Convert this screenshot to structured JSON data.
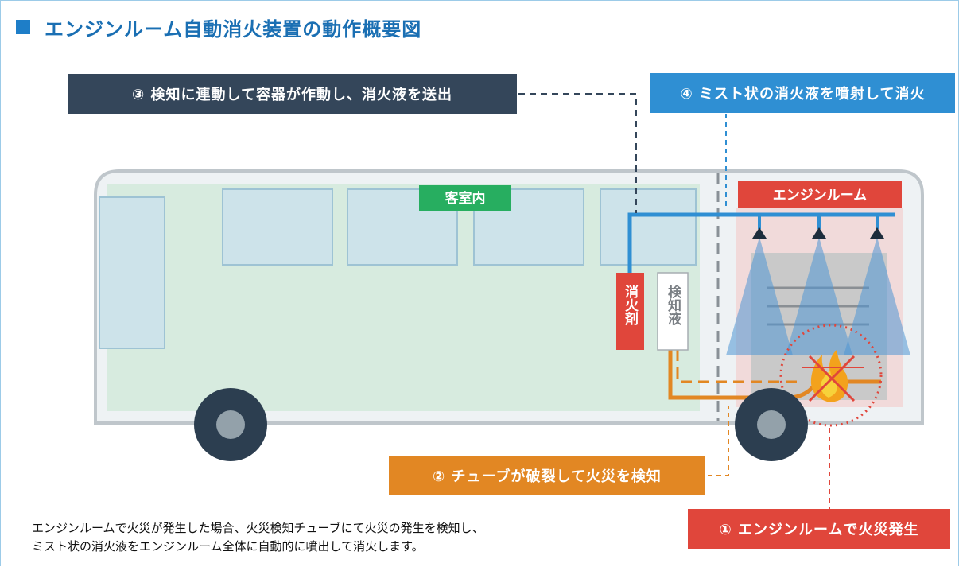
{
  "title": "エンジンルーム自動消火装置の動作概要図",
  "callouts": {
    "step3": "③ 検知に連動して容器が作動し、消火液を送出",
    "step4": "④ ミスト状の消火液を噴射して消火",
    "step2": "② チューブが破裂して火災を検知",
    "step1": "① エンジンルームで火災発生"
  },
  "labels": {
    "cabin": "客室内",
    "engine_room": "エンジンルーム",
    "extinguishant": "消火剤",
    "detection_fluid": "検知液"
  },
  "description": [
    "エンジンルームで火災が発生した場合、火災検知チューブにて火災の発生を検知し、",
    "ミスト状の消火液をエンジンルーム全体に自動的に噴出して消火します。"
  ],
  "colors": {
    "title_blue": "#1a6fb3",
    "dark_navy": "#34465a",
    "mist_blue": "#2f8fd3",
    "orange": "#e28723",
    "red": "#e0463b",
    "green": "#27ae60"
  }
}
